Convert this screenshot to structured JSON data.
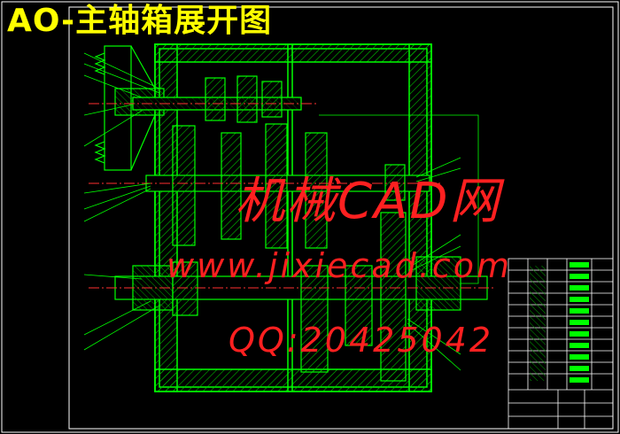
{
  "title": "AO-主轴箱展开图",
  "watermark": {
    "site_name": "机械CAD网",
    "url": "www.jixiecad.com",
    "qq": "QQ:20425042"
  },
  "colors": {
    "background": "#000000",
    "title": "#ffff00",
    "frame": "#ffffff",
    "housing": "#00ff00",
    "hatch": "#00c000",
    "centerline": "#ff3030",
    "leader": "#00ff00",
    "watermark": "#ff2020"
  }
}
